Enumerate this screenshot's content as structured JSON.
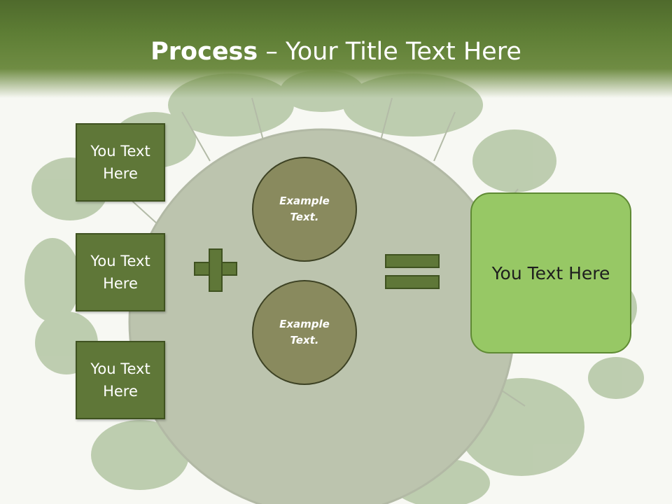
{
  "slide": {
    "title_bold": "Process",
    "title_rest": " – Your Title Text Here",
    "left_boxes": [
      "You Text Here",
      "You Text Here",
      "You Text Here"
    ],
    "circles": [
      "Example Text.",
      "Example Text."
    ],
    "result_text": "You Text Here",
    "colors": {
      "header": "#5e7e35",
      "box_fill": "#5f7738",
      "circle_fill": "#898a5e",
      "result_fill": "#97c865"
    },
    "icons": [
      "plus-icon",
      "equals-icon"
    ]
  }
}
